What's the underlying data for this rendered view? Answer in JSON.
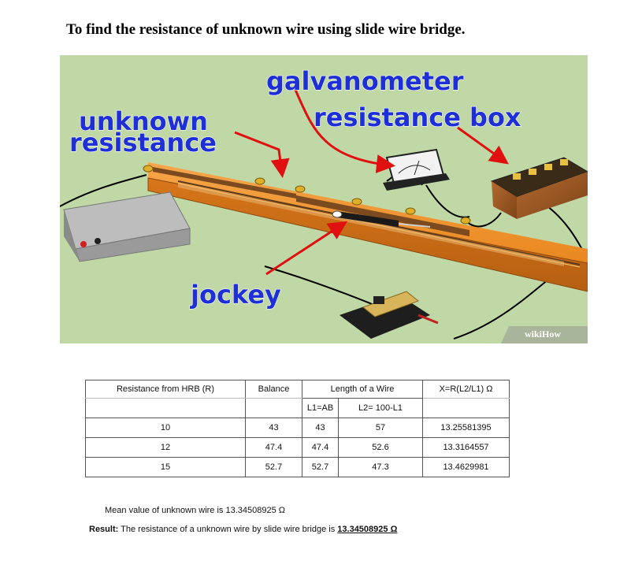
{
  "document": {
    "title": "To find the resistance of unknown wire using slide wire bridge."
  },
  "figure": {
    "labels": {
      "galvanometer": "galvanometer",
      "resistance_box": "resistance box",
      "unknown": "unknown",
      "resistance": "resistance",
      "jockey": "jockey"
    },
    "watermark": "wikiHow"
  },
  "table": {
    "headers": [
      "Resistance from HRB (R)",
      "Balance",
      "Length of a Wire",
      "X=R(L2/L1) Ω"
    ],
    "subheaders": [
      "",
      "",
      "L1=AB",
      "L2= 100-L1",
      ""
    ],
    "rows": [
      [
        "10",
        "43",
        "43",
        "57",
        "13.25581395"
      ],
      [
        "12",
        "47.4",
        "47.4",
        "52.6",
        "13.3164557"
      ],
      [
        "15",
        "52.7",
        "52.7",
        "47.3",
        "13.4629981"
      ]
    ]
  },
  "summary": {
    "mean_text": "Mean value of unknown wire is  13.34508925 Ω",
    "result_label": "Result:",
    "result_text": " The resistance of a unknown wire by slide wire bridge is ",
    "result_value": "13.34508925 Ω"
  }
}
